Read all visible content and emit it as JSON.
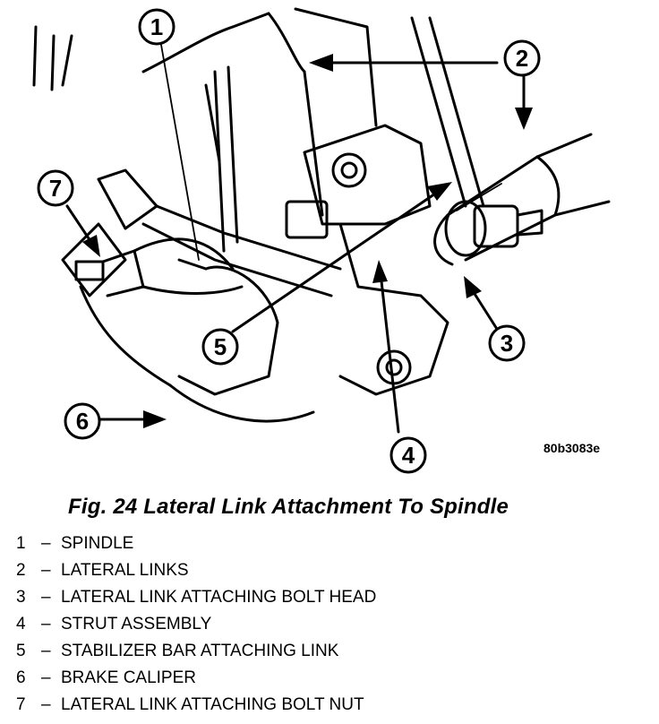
{
  "figure": {
    "code": "80b3083e",
    "caption": "Fig. 24 Lateral Link Attachment To Spindle"
  },
  "callouts": [
    "1",
    "2",
    "3",
    "4",
    "5",
    "6",
    "7"
  ],
  "legend": [
    {
      "num": "1",
      "label": "SPINDLE"
    },
    {
      "num": "2",
      "label": "LATERAL LINKS"
    },
    {
      "num": "3",
      "label": "LATERAL LINK ATTACHING BOLT HEAD"
    },
    {
      "num": "4",
      "label": "STRUT ASSEMBLY"
    },
    {
      "num": "5",
      "label": "STABILIZER BAR ATTACHING LINK"
    },
    {
      "num": "6",
      "label": "BRAKE CALIPER"
    },
    {
      "num": "7",
      "label": "LATERAL LINK ATTACHING BOLT NUT"
    }
  ],
  "dash": "–"
}
